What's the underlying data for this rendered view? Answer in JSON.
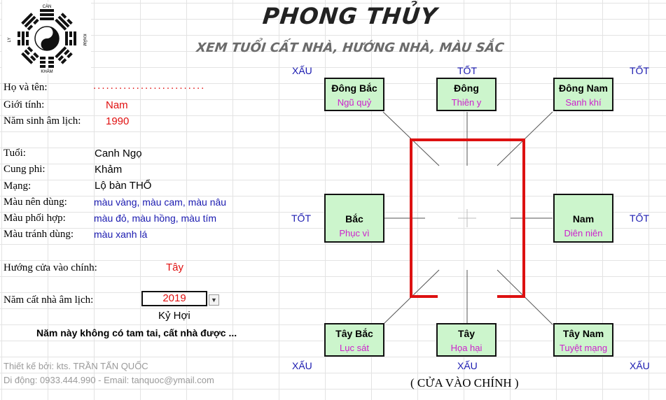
{
  "header": {
    "title": "PHONG THỦY",
    "subtitle": "XEM TUỔI CẤT NHÀ, HƯỚNG NHÀ, MÀU SẮC",
    "logo": {
      "top_label": "CÀN",
      "bottom_label": "KHẢM",
      "left_label": "LY",
      "right_label": "KHẢM"
    }
  },
  "form": {
    "name_label": "Họ và tên:",
    "name_value": "..........................",
    "gender_label": "Giới tính:",
    "gender_value": "Nam",
    "birth_label": "Năm sinh âm lịch:",
    "birth_value": "1990",
    "age_label": "Tuổi:",
    "age_value": "Canh Ngọ",
    "cung_label": "Cung phi:",
    "cung_value": "Khảm",
    "menh_label": "Mạng:",
    "menh_value": "Lộ bàn THỔ",
    "good_color_label": "Màu nên dùng:",
    "good_color_value": "màu vàng, màu cam, màu nâu",
    "combo_color_label": "Màu phối hợp:",
    "combo_color_value": "màu đỏ, màu hồng, màu tím",
    "avoid_color_label": "Màu tránh dùng:",
    "avoid_color_value": "màu xanh lá",
    "door_label": "Hướng cửa vào chính:",
    "door_value": "Tây",
    "build_label": "Năm cất nhà âm lịch:",
    "build_year": "2019",
    "build_canchi": "Kỷ Hợi",
    "warning": "Năm này không có tam tai, cất nhà được ..."
  },
  "footer": {
    "designer": "Thiết kế bởi: kts. TRẦN TẤN QUỐC",
    "contact": "Di động: 0933.444.990 - Email: tanquoc@ymail.com"
  },
  "directions": {
    "ne": {
      "name": "Đông Bắc",
      "star": "Ngũ quỷ"
    },
    "e": {
      "name": "Đông",
      "star": "Thiên y"
    },
    "se": {
      "name": "Đông Nam",
      "star": "Sanh khí"
    },
    "n": {
      "name": "Bắc",
      "star": "Phục vì"
    },
    "s": {
      "name": "Nam",
      "star": "Diên niên"
    },
    "nw": {
      "name": "Tây Bắc",
      "star": "Lục sát"
    },
    "w": {
      "name": "Tây",
      "star": "Họa hại"
    },
    "sw": {
      "name": "Tây Nam",
      "star": "Tuyệt mạng"
    }
  },
  "ratings": {
    "top_left": "XẤU",
    "top_center": "TỐT",
    "top_right": "TỐT",
    "mid_left": "TỐT",
    "mid_right": "TỐT",
    "bottom_left": "XẤU",
    "bottom_center": "XẤU",
    "bottom_right": "XẤU"
  },
  "door_caption": "( CỬA VÀO CHÍNH )",
  "colors": {
    "accent_red": "#e01010",
    "box_green": "#ccf5cc",
    "text_blue": "#1a1ab0",
    "star_magenta": "#cc22cc"
  }
}
